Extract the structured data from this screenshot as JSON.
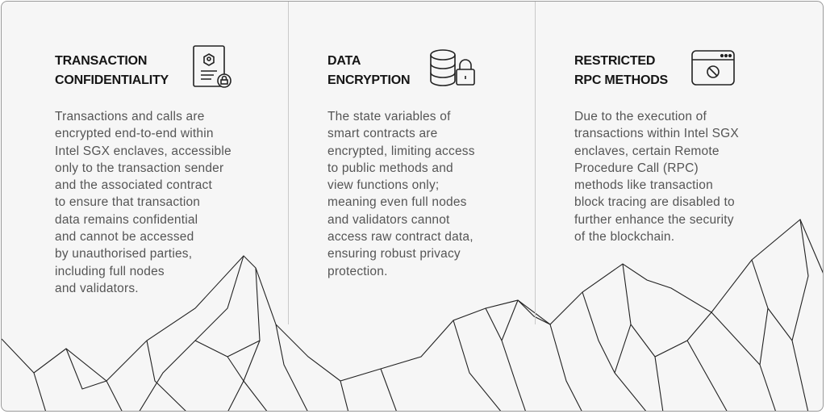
{
  "columns": [
    {
      "title_line1": "TRANSACTION",
      "title_line2": "CONFIDENTIALITY",
      "icon": "document-lock-icon",
      "body": "Transactions and calls are\nencrypted end-to-end within\nIntel SGX enclaves, accessible\nonly to the transaction sender\nand the associated contract\nto ensure that transaction\ndata remains confidential\nand cannot be accessed\nby unauthorised parties,\nincluding full nodes\nand validators."
    },
    {
      "title_line1": "DATA",
      "title_line2": "ENCRYPTION",
      "icon": "database-lock-icon",
      "body": "The state variables of\nsmart contracts are\nencrypted, limiting access\nto public methods and\nview functions only;\nmeaning even full nodes\nand validators cannot\naccess raw contract data,\nensuring robust privacy\nprotection."
    },
    {
      "title_line1": "RESTRICTED",
      "title_line2": "RPC METHODS",
      "icon": "browser-blocked-icon",
      "body": "Due to the execution of\ntransactions within Intel SGX\nenclaves, certain Remote\nProcedure Call (RPC)\nmethods like transaction\nblock tracing are disabled to\nfurther enhance the security\nof the blockchain."
    }
  ]
}
